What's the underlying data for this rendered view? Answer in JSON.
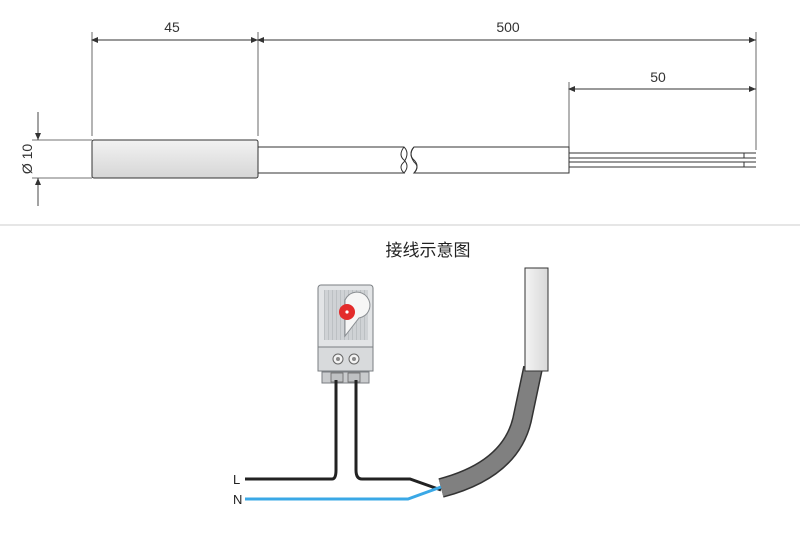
{
  "dimensions": {
    "sensor_length": "45",
    "cable_length": "500",
    "lead_length": "50",
    "diameter": "Ø 10"
  },
  "wiring": {
    "title": "接线示意图",
    "live_label": "L",
    "neutral_label": "N"
  },
  "colors": {
    "line": "#333333",
    "blue_wire": "#3aa8e6",
    "black_wire": "#222222",
    "cable_gray": "#808080",
    "thermostat_knob": "#e32b2b"
  }
}
